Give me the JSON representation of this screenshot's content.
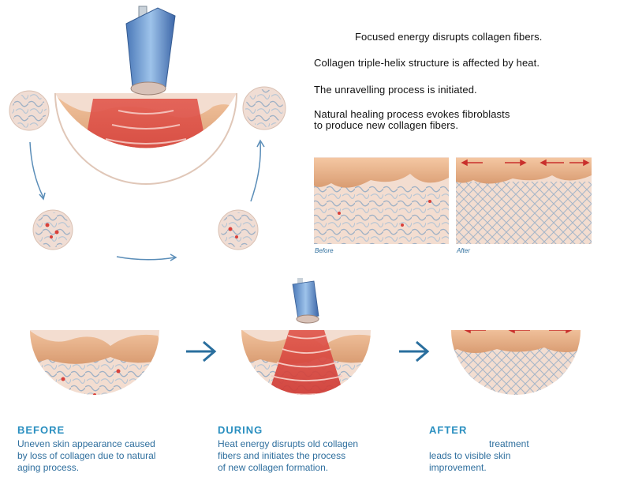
{
  "process_steps": [
    "Focused energy disrupts collagen fibers.",
    "Collagen triple-helix structure is affected by heat.",
    "The unravelling process is initiated.",
    "Natural healing process evokes fibroblasts",
    "to produce new collagen fibers."
  ],
  "comparison": {
    "before_label": "Before",
    "after_label": "After"
  },
  "stages": [
    {
      "title": "BEFORE",
      "lines": [
        "Uneven skin appearance caused",
        "by loss of collagen due to natural",
        "aging process."
      ]
    },
    {
      "title": "DURING",
      "lines": [
        "Heat energy disrupts old collagen",
        "fibers and initiates the process",
        "of new collagen formation."
      ]
    },
    {
      "title": "AFTER",
      "lines": [
        "treatment",
        "leads to visible skin",
        "improvement."
      ]
    }
  ],
  "colors": {
    "accent_blue": "#2a8fc0",
    "text_blue": "#2f6f9e",
    "skin": "#e8b48e",
    "dermis": "#f2d6c2",
    "energy_red": "#d9403a"
  }
}
